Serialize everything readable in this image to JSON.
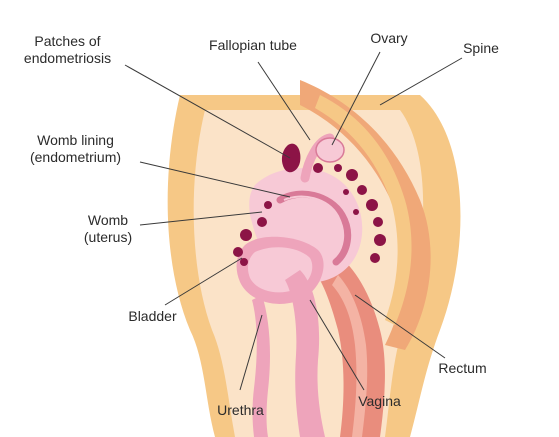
{
  "labels": {
    "endometriosis": [
      "Patches of",
      "endometriosis"
    ],
    "fallopian_tube": "Fallopian tube",
    "ovary": "Ovary",
    "spine": "Spine",
    "womb_lining": [
      "Womb lining",
      "(endometrium)"
    ],
    "womb": [
      "Womb",
      "(uterus)"
    ],
    "bladder": "Bladder",
    "rectum": "Rectum",
    "urethra": "Urethra",
    "vagina": "Vagina"
  },
  "colors": {
    "skin_outer": "#f6c886",
    "skin_inner": "#fbe3c8",
    "spine_band": "#f0a878",
    "pink_light": "#f7c9d6",
    "pink_mid": "#eea4bb",
    "pink_dark": "#d97a98",
    "rectum": "#e98d7d",
    "endometriosis": "#8c1446",
    "leader": "#3a3a3a"
  }
}
